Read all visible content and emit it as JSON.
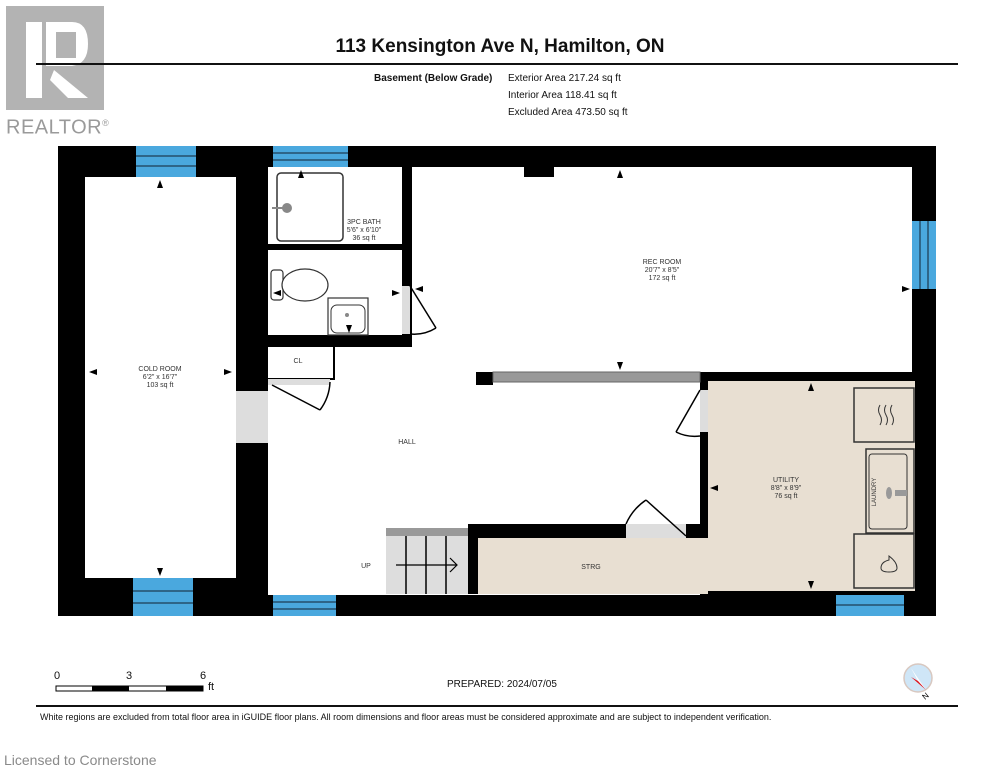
{
  "brand": {
    "logo_letter": "R",
    "logo_text": "REALTOR",
    "registered_mark": "®"
  },
  "header": {
    "title": "113 Kensington Ave N, Hamilton, ON",
    "floor_label": "Basement (Below Grade)",
    "exterior_area": "Exterior Area 217.24 sq ft",
    "interior_area": "Interior Area 118.41 sq ft",
    "excluded_area": "Excluded Area 473.50 sq ft"
  },
  "rooms": {
    "cold_room": {
      "name": "COLD ROOM",
      "dims": "6'2\" x 16'7\"",
      "area": "103 sq ft"
    },
    "bath": {
      "name": "3PC BATH",
      "dims": "5'6\" x 6'10\"",
      "area": "36 sq ft"
    },
    "rec_room": {
      "name": "REC ROOM",
      "dims": "20'7\" x 8'5\"",
      "area": "172 sq ft"
    },
    "closet": {
      "name": "CL"
    },
    "hall": {
      "name": "HALL"
    },
    "utility": {
      "name": "UTILITY",
      "dims": "8'8\" x 8'9\"",
      "area": "76 sq ft"
    },
    "storage": {
      "name": "STRG"
    },
    "stairs": {
      "name": "UP"
    },
    "laundry": {
      "name": "LAUNDRY"
    }
  },
  "scale": {
    "ticks": [
      "0",
      "3",
      "6"
    ],
    "unit": "ft"
  },
  "footer": {
    "prepared": "PREPARED: 2024/07/05",
    "compass_label": "N",
    "disclaimer": "White regions are excluded from total floor area in iGUIDE floor plans. All room dimensions and floor areas must be considered approximate and are subject to independent verification.",
    "licensed": "Licensed to Cornerstone"
  },
  "colors": {
    "wall": "#000000",
    "window": "#4aa8de",
    "utility_fill": "#e8dfd2",
    "door_swing": "#d9d9d9",
    "logo_gray": "#b3b3b3"
  }
}
